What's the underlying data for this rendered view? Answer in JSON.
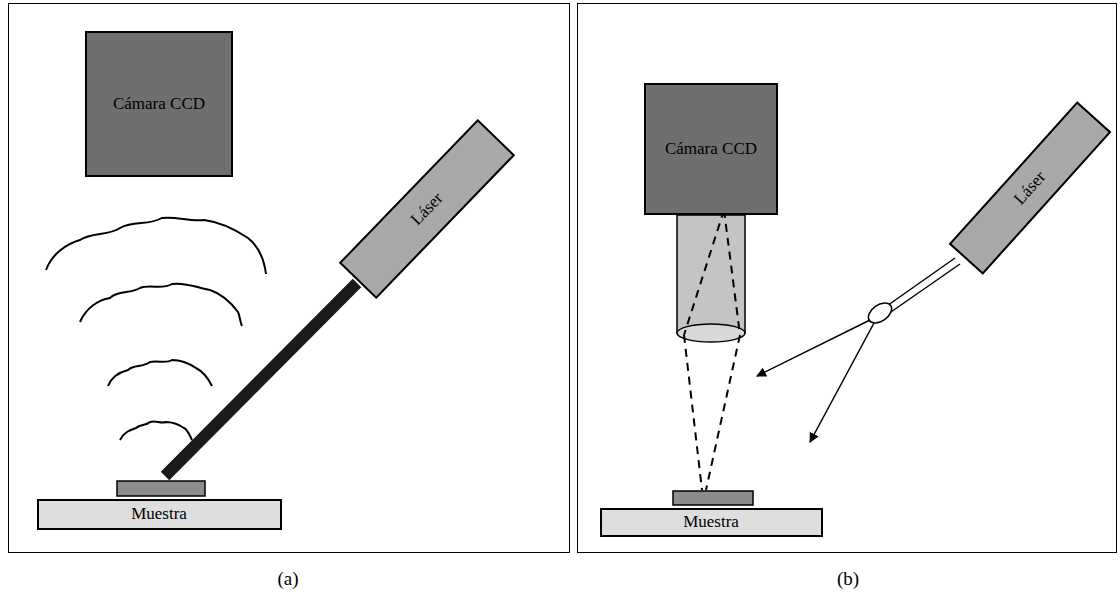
{
  "diagram": {
    "nodes": [
      {
        "text": [
          "Cámara CCD"
        ]
      },
      {
        "text": [
          "Láser"
        ]
      },
      {
        "text": [
          "Muestra"
        ]
      },
      {
        "text": [
          "Cámara CCD"
        ]
      },
      {
        "text": [
          "Láser"
        ]
      },
      {
        "text": [
          "Muestra"
        ]
      }
    ],
    "labels": [
      "(a)",
      "(b)"
    ]
  }
}
